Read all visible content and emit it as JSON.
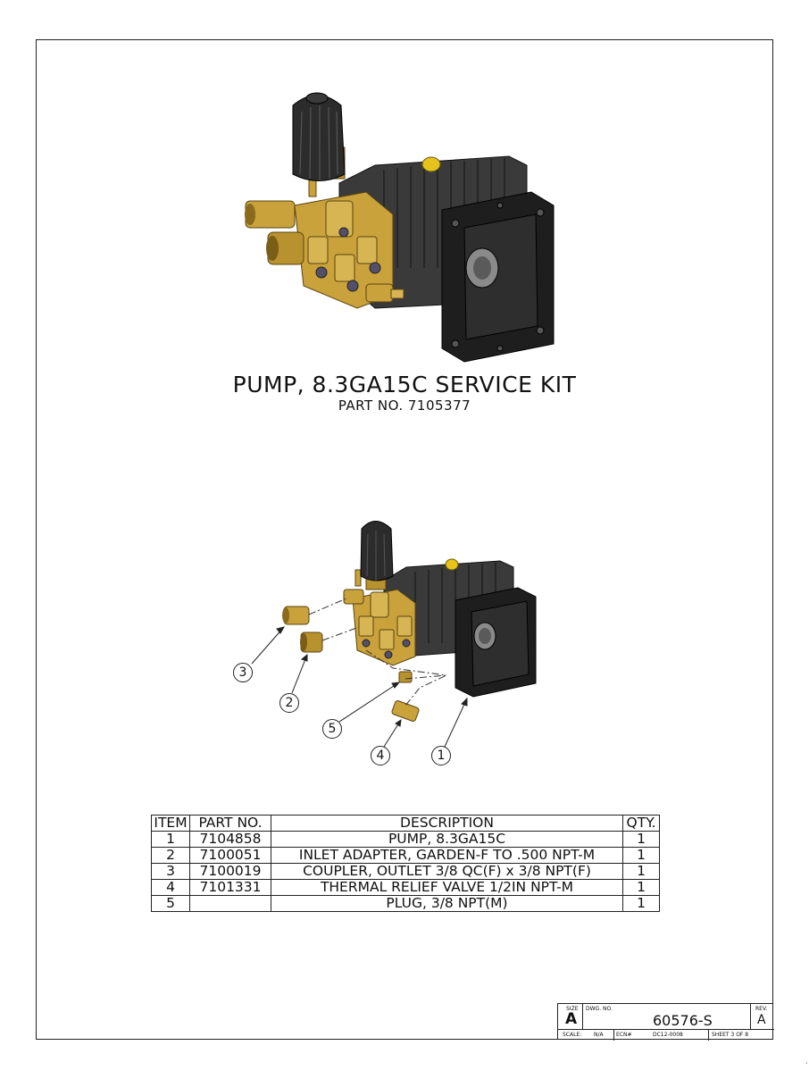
{
  "title": "PUMP, 8.3GA15C SERVICE KIT",
  "part_number": "PART NO. 7105377",
  "callouts": [
    "1",
    "2",
    "3",
    "4",
    "5"
  ],
  "bom": {
    "headers": [
      "ITEM",
      "PART NO.",
      "DESCRIPTION",
      "QTY."
    ],
    "rows": [
      {
        "item": "1",
        "part": "7104858",
        "desc": "PUMP, 8.3GA15C",
        "qty": "1"
      },
      {
        "item": "2",
        "part": "7100051",
        "desc": "INLET ADAPTER, GARDEN-F TO .500 NPT-M",
        "qty": "1"
      },
      {
        "item": "3",
        "part": "7100019",
        "desc": "COUPLER, OUTLET 3/8 QC(F) x 3/8 NPT(F)",
        "qty": "1"
      },
      {
        "item": "4",
        "part": "7101331",
        "desc": "THERMAL RELIEF VALVE 1/2IN NPT-M",
        "qty": "1"
      },
      {
        "item": "5",
        "part": "",
        "desc": "PLUG, 3/8 NPT(M)",
        "qty": "1"
      }
    ]
  },
  "title_block": {
    "size_label": "SIZE",
    "size": "A",
    "dwg_label": "DWG. NO.",
    "dwg_no": "60576-S",
    "rev_label": "REV.",
    "rev": "A",
    "scale_label": "SCALE:",
    "scale": "N/A",
    "ecn_label": "ECN#",
    "ecn": "DC12-0008",
    "sheet": "SHEET 3 OF 8"
  },
  "colors": {
    "brass": "#c9a23c",
    "brass_dark": "#8a6a1c",
    "body": "#2a2a2a",
    "cap_yellow": "#e6c21a"
  }
}
